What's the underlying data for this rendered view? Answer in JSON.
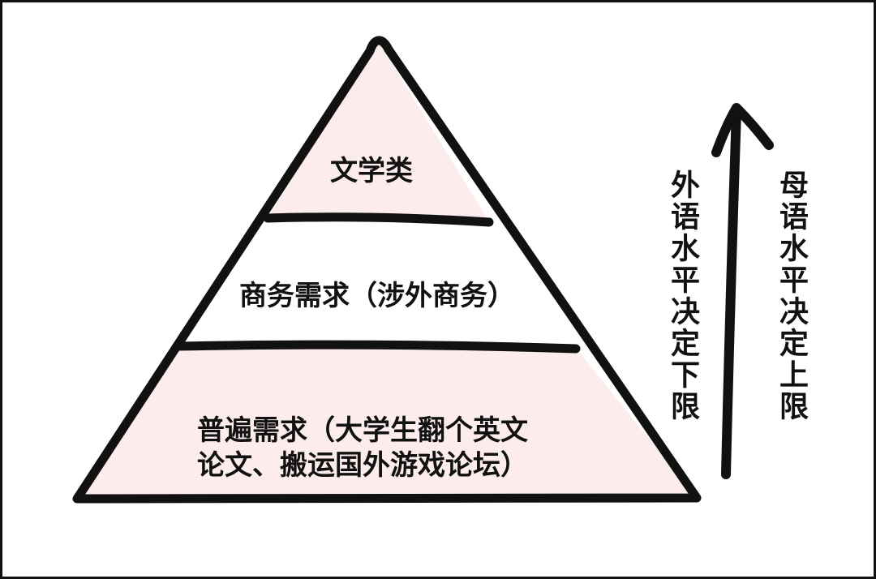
{
  "pyramid": {
    "top_label": "文学类",
    "middle_label": "商务需求（涉外商务）",
    "bottom_line1": "普遍需求（大学生翻个英文",
    "bottom_line2": "论文、搬运国外游戏论坛）"
  },
  "side_notes": {
    "left": "外语水平决定下限",
    "right": "母语水平决定上限"
  },
  "colors": {
    "fill_pink": "#fcecec",
    "stroke": "#111111"
  }
}
